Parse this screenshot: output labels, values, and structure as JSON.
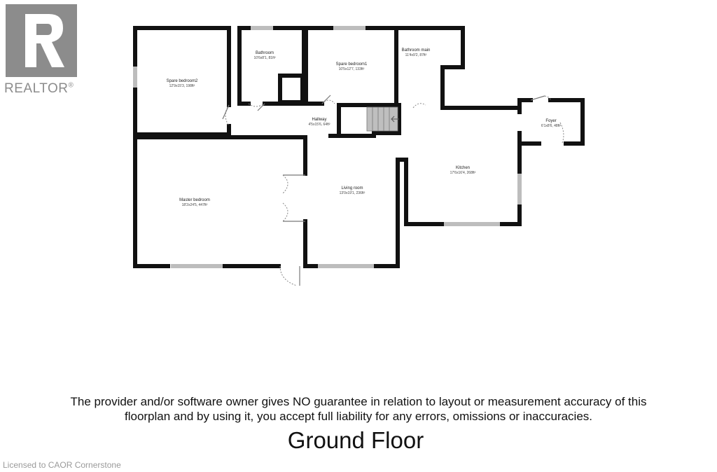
{
  "logo": {
    "word": "REALTOR",
    "mark": "®"
  },
  "rooms": {
    "spare_bedroom2": {
      "name": "Spare bedroom2",
      "dims": "12'9x15'3, 198ft²"
    },
    "bathroom": {
      "name": "Bathroom",
      "dims": "10'6x8'1, 81ft²"
    },
    "spare_bedroom1": {
      "name": "Spare bedroom1",
      "dims": "10'5x12'7, 133ft²"
    },
    "bathroom_main": {
      "name": "Bathroom main",
      "dims": "11'4x9'2, 87ft²"
    },
    "hallway": {
      "name": "Hallway",
      "dims": "4'5x15'6, 64ft²"
    },
    "foyer": {
      "name": "Foyer",
      "dims": "6'1x8'6, 48ft²"
    },
    "kitchen": {
      "name": "Kitchen",
      "dims": "17'6x16'4, 268ft²"
    },
    "living_room": {
      "name": "Living room",
      "dims": "13'0x19'1, 236ft²"
    },
    "master_bedroom": {
      "name": "Master bedroom",
      "dims": "18'2x24'5, 447ft²"
    }
  },
  "disclaimer": {
    "line1": "The provider and/or software owner gives NO guarantee in relation to layout or measurement accuracy of this",
    "line2": "floorplan and by using it, you accept full liability for any errors, omissions or inaccuracies."
  },
  "floor_title": "Ground Floor",
  "license": "Licensed to CAOR Cornerstone",
  "colors": {
    "wall": "#111111",
    "window": "#bdbdbd",
    "stairs": "#bfbfbf",
    "logo": "#8c8c8c"
  }
}
